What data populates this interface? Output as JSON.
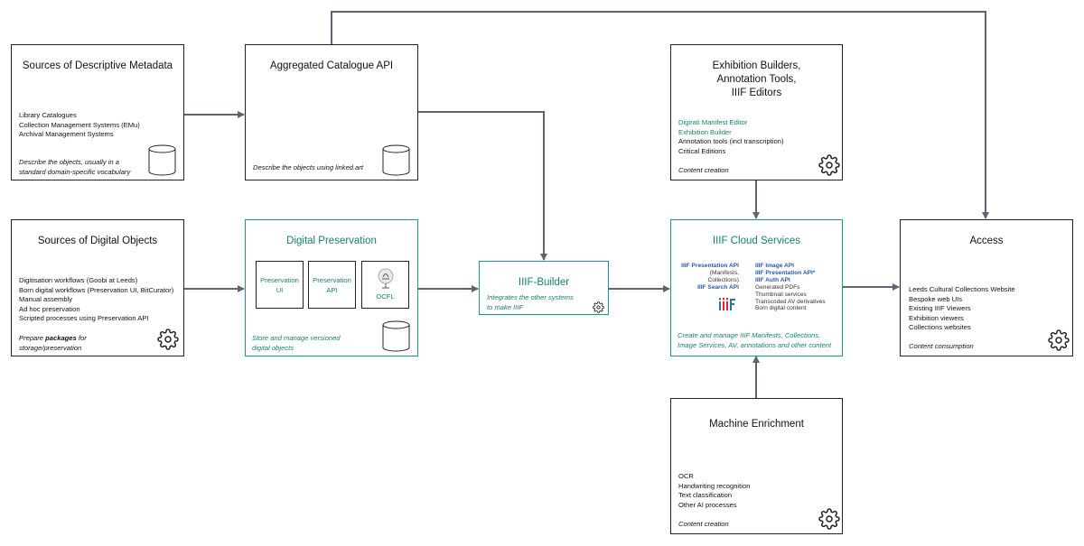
{
  "boxes": {
    "descriptive_metadata": {
      "title": "Sources of Descriptive Metadata",
      "items": [
        "Library Catalogues",
        "Collection Management Systems (EMu)",
        "Archival Management Systems"
      ],
      "caption": [
        "Describe the objects, usually in a",
        "standard domain-specific vocabulary"
      ]
    },
    "catalogue_api": {
      "title": "Aggregated Catalogue API",
      "caption": "Describe the objects using linked.art"
    },
    "exhibition_builders": {
      "title": "Exhibition Builders,\nAnnotation Tools,\nIIIF Editors",
      "items_highlight": [
        "Digirati Manifest Editor",
        "Exhibition Builder"
      ],
      "items": [
        "Annotation tools (incl transcription)",
        "Critical Editions"
      ],
      "caption": "Content creation"
    },
    "digital_objects": {
      "title": "Sources of Digital Objects",
      "items": [
        "Digitisation workflows (Goobi at Leeds)",
        "Born digital workflows (Preservation UI, BitCurator)",
        "Manual assembly",
        "Ad hoc preservation",
        "Scripted processes using Preservation API"
      ],
      "caption_prefix": "Prepare ",
      "caption_bold": "packages",
      "caption_suffix": " for",
      "caption_line2": "storage/preservation"
    },
    "digital_preservation": {
      "title": "Digital Preservation",
      "inner": [
        "Preservation\nUI",
        "Preservation\nAPI",
        "OCFL"
      ],
      "caption": [
        "Store and manage versioned",
        "digital objects"
      ]
    },
    "iiif_builder": {
      "title": "IIIF-Builder",
      "caption": [
        "Integrates the other systems",
        "to make IIIF"
      ]
    },
    "iiif_cloud": {
      "title": "IIIF Cloud Services",
      "left_col": [
        {
          "text": "IIIF Presentation API",
          "style": "blue"
        },
        {
          "text": "(Manifests,",
          "style": "grey"
        },
        {
          "text": "Collections)",
          "style": "grey"
        },
        {
          "text": "IIIF Search API",
          "style": "blue"
        }
      ],
      "right_col": [
        {
          "text": "IIIF Image API",
          "style": "blue"
        },
        {
          "text": "IIIF Presentation API*",
          "style": "blue"
        },
        {
          "text": "IIIF Auth API",
          "style": "blue"
        },
        {
          "text": "Generated PDFs",
          "style": "grey"
        },
        {
          "text": "Thumbnail services",
          "style": "grey"
        },
        {
          "text": "Transcoded AV derivatives",
          "style": "grey"
        },
        {
          "text": "Born digital content",
          "style": "grey"
        }
      ],
      "logo": "iiif",
      "caption": [
        "Create and manage IIIF Manifests, Collections,",
        "Image Services, AV, annotations and other content"
      ]
    },
    "access": {
      "title": "Access",
      "items": [
        "Leeds Cultural Collections Website",
        "Bespoke web UIs",
        "Existing IIIF Viewers",
        "Exhibition viewers",
        "Collections websites"
      ],
      "caption": "Content consumption"
    },
    "machine_enrichment": {
      "title": "Machine Enrichment",
      "items": [
        "OCR",
        "Handwriting recognition",
        "Text classification",
        "Other AI processes"
      ],
      "caption": "Content creation"
    }
  },
  "icons": [
    "gear-icon",
    "database-icon",
    "ocfl-logo",
    "iiif-logo"
  ],
  "colors": {
    "accent": "#1a9b85",
    "accent_text": "#16806f",
    "link_blue": "#2c5aa0",
    "arrow": "#5e6470",
    "border": "#222222"
  }
}
